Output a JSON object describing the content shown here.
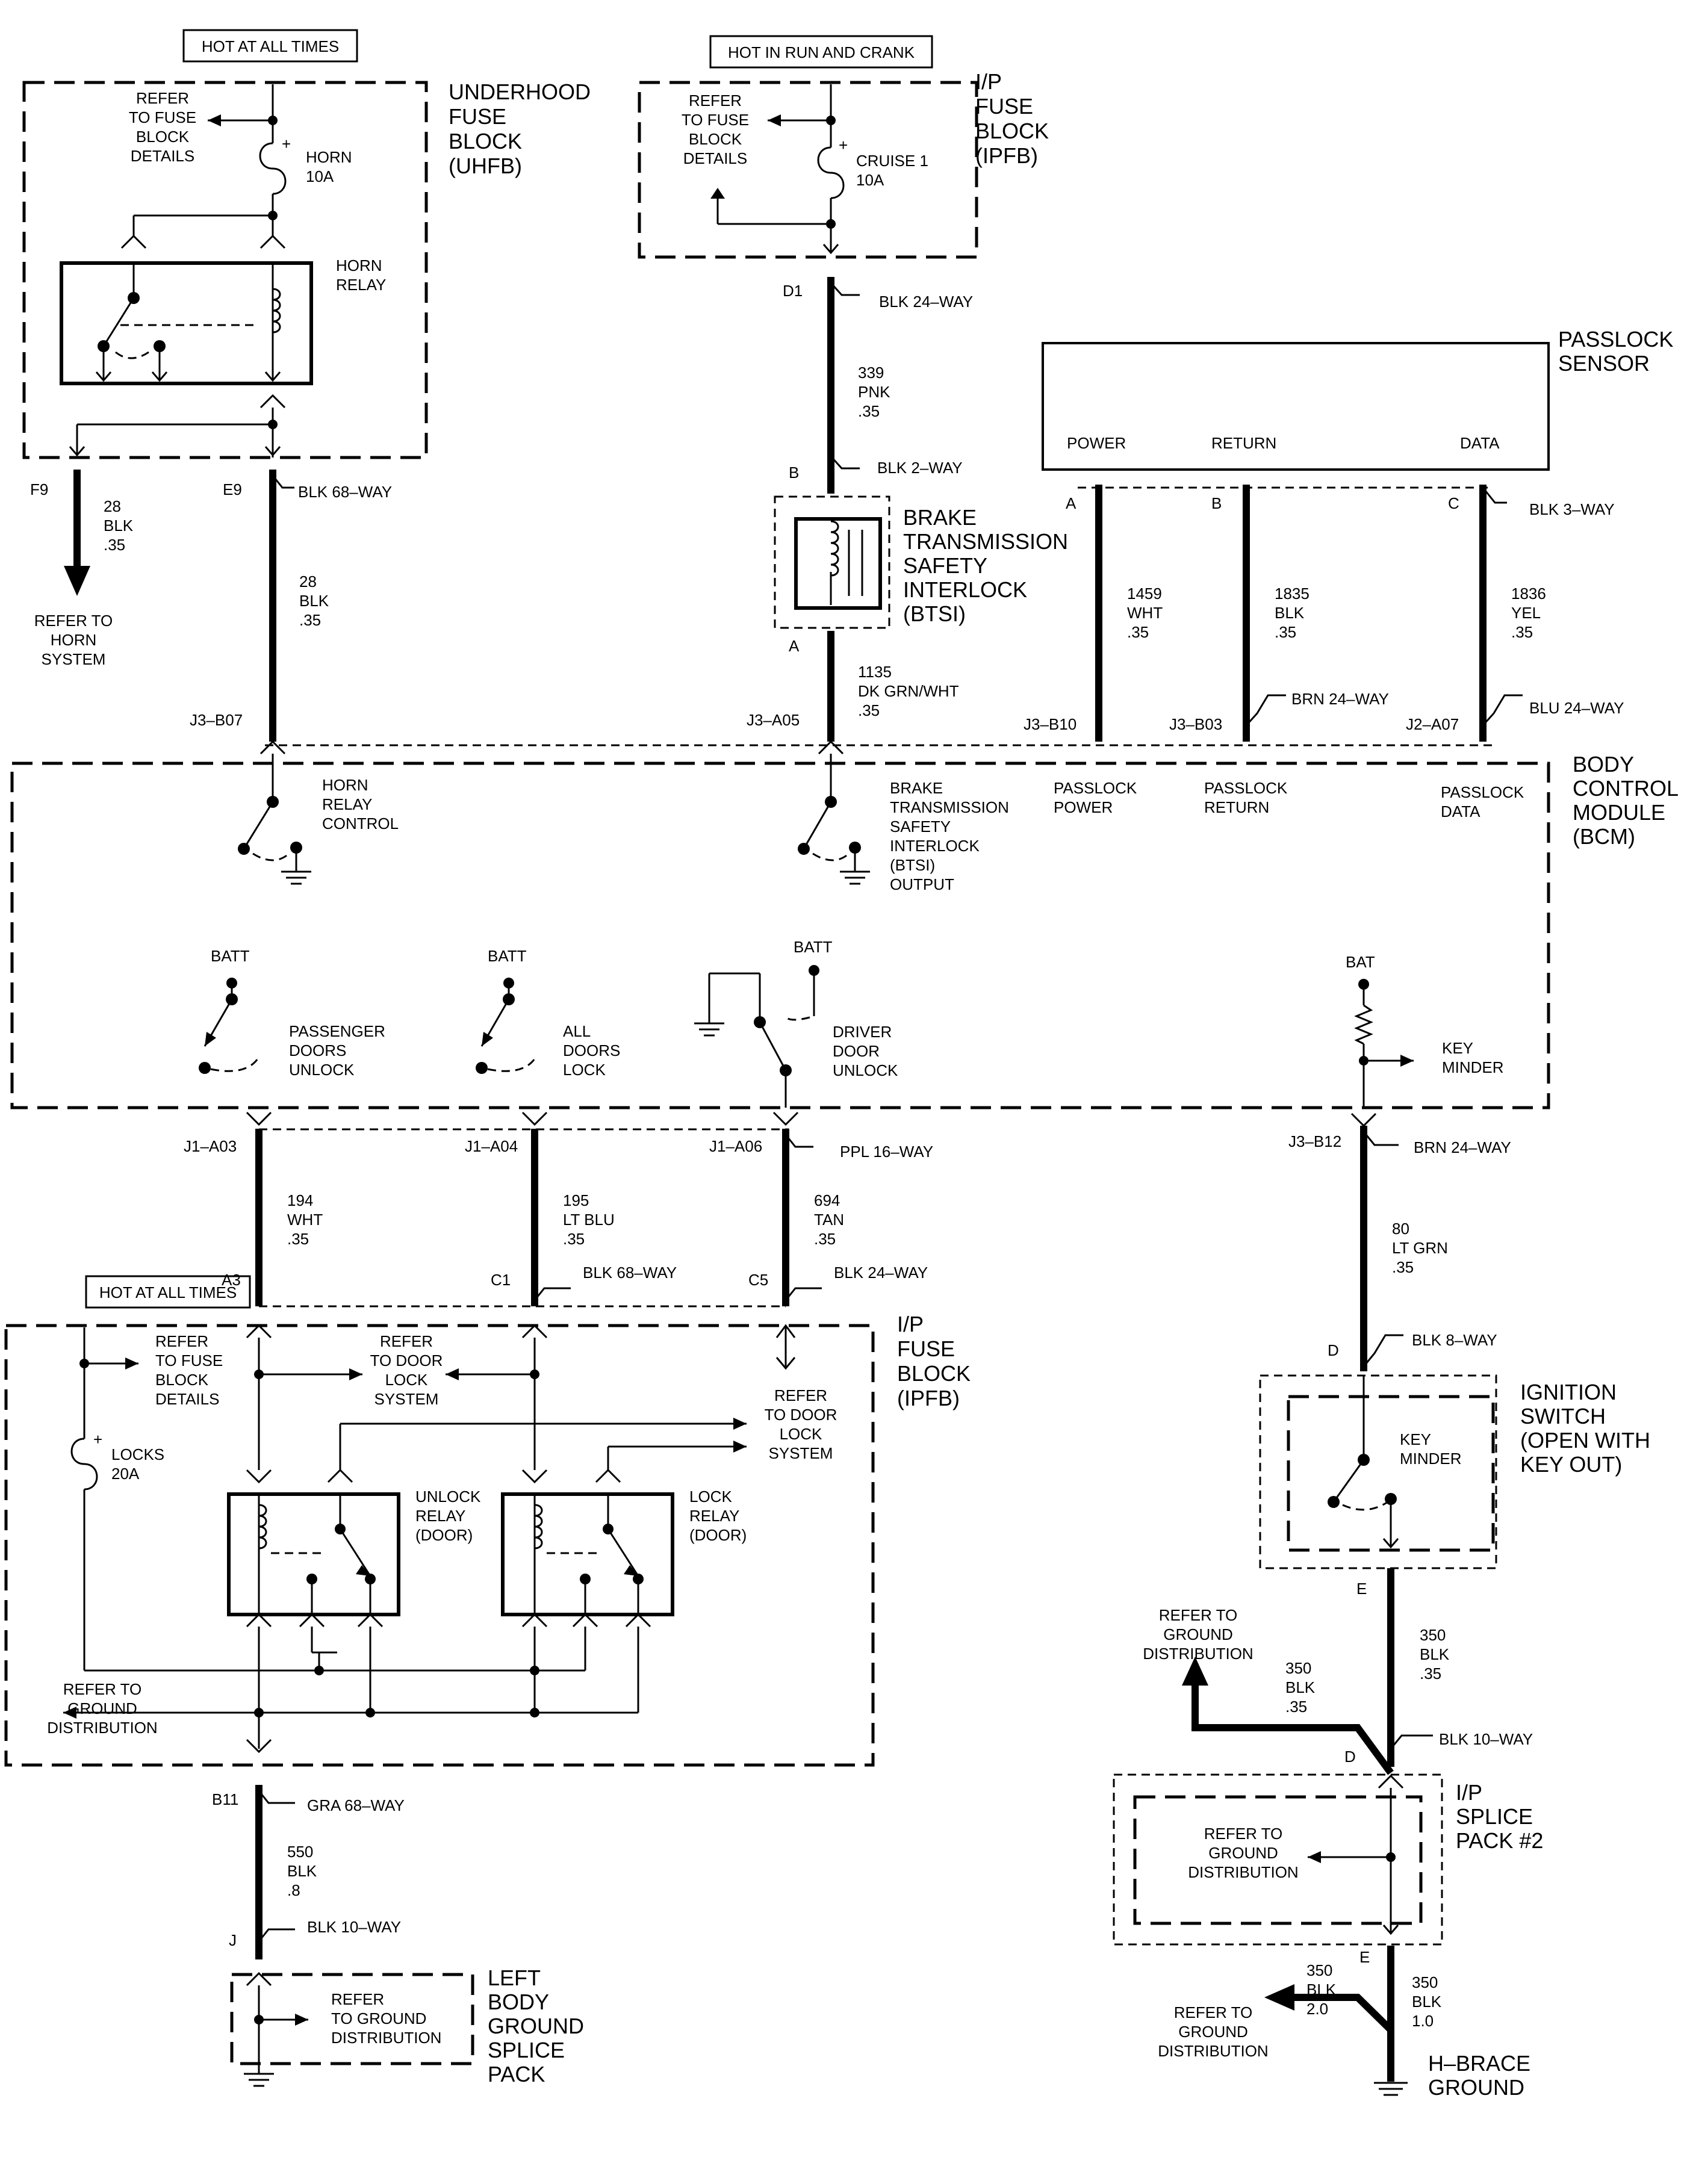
{
  "labels": {
    "hot1": "HOT AT ALL TIMES",
    "hot2": "HOT IN RUN AND CRANK",
    "hot3": "HOT AT ALL TIMES",
    "uhfb": [
      "UNDERHOOD",
      "FUSE",
      "BLOCK",
      "(UHFB)"
    ],
    "ipfb_top": [
      "I/P",
      "FUSE",
      "BLOCK",
      "(IPFB)"
    ],
    "ipfb_bot": [
      "I/P",
      "FUSE",
      "BLOCK",
      "(IPFB)"
    ],
    "refer_fuse": [
      "REFER",
      "TO FUSE",
      "BLOCK",
      "DETAILS"
    ],
    "horn_fuse": [
      "HORN",
      "10A"
    ],
    "cruise_fuse": [
      "CRUISE 1",
      "10A"
    ],
    "horn_relay": [
      "HORN",
      "RELAY"
    ],
    "blk24_top": "BLK 24–WAY",
    "w339": [
      "339",
      "PNK",
      ".35"
    ],
    "blk2": "BLK 2–WAY",
    "btsi": [
      "BRAKE",
      "TRANSMISSION",
      "SAFETY",
      "INTERLOCK",
      "(BTSI)"
    ],
    "w1135": [
      "1135",
      "DK GRN/WHT",
      ".35"
    ],
    "passlock": [
      "PASSLOCK",
      "SENSOR"
    ],
    "pl_power": "POWER",
    "pl_return": "RETURN",
    "pl_data": "DATA",
    "blk3": "BLK 3–WAY",
    "w1459": [
      "1459",
      "WHT",
      ".35"
    ],
    "w1835": [
      "1835",
      "BLK",
      ".35"
    ],
    "w1836": [
      "1836",
      "YEL",
      ".35"
    ],
    "brn24_top": "BRN 24–WAY",
    "blu24": "BLU 24–WAY",
    "w28a": [
      "28",
      "BLK",
      ".35"
    ],
    "w28b": [
      "28",
      "BLK",
      ".35"
    ],
    "blk68_top": "BLK 68–WAY",
    "refer_horn": [
      "REFER TO",
      "HORN",
      "SYSTEM"
    ],
    "bcm": [
      "BODY",
      "CONTROL",
      "MODULE",
      "(BCM)"
    ],
    "bcm_horn": [
      "HORN",
      "RELAY",
      "CONTROL"
    ],
    "bcm_btsi": [
      "BRAKE",
      "TRANSMISSION",
      "SAFETY",
      "INTERLOCK",
      "(BTSI)",
      "OUTPUT"
    ],
    "bcm_plpower": [
      "PASSLOCK",
      "POWER"
    ],
    "bcm_plreturn": [
      "PASSLOCK",
      "RETURN"
    ],
    "bcm_pldata": [
      "PASSLOCK",
      "DATA"
    ],
    "batt": "BATT",
    "bat": "BAT",
    "pass_unlock": [
      "PASSENGER",
      "DOORS",
      "UNLOCK"
    ],
    "all_lock": [
      "ALL",
      "DOORS",
      "LOCK"
    ],
    "drv_unlock": [
      "DRIVER",
      "DOOR",
      "UNLOCK"
    ],
    "key_minder_bcm": [
      "KEY",
      "MINDER"
    ],
    "ppl16": "PPL 16–WAY",
    "w194": [
      "194",
      "WHT",
      ".35"
    ],
    "w195": [
      "195",
      "LT BLU",
      ".35"
    ],
    "w694": [
      "694",
      "TAN",
      ".35"
    ],
    "blk68_mid": "BLK 68–WAY",
    "blk24_mid": "BLK 24–WAY",
    "brn24_mid": "BRN 24–WAY",
    "w80": [
      "80",
      "LT GRN",
      ".35"
    ],
    "blk8": "BLK 8–WAY",
    "ign": [
      "IGNITION",
      "SWITCH",
      "(OPEN WITH",
      "KEY OUT)"
    ],
    "key_minder_ign": [
      "KEY",
      "MINDER"
    ],
    "refer_door_lock1": [
      "REFER",
      "TO DOOR",
      "LOCK",
      "SYSTEM"
    ],
    "refer_door_lock2": [
      "REFER",
      "TO DOOR",
      "LOCK",
      "SYSTEM"
    ],
    "locks_fuse": [
      "LOCKS",
      "20A"
    ],
    "unlock_relay": [
      "UNLOCK",
      "RELAY",
      "(DOOR)"
    ],
    "lock_relay": [
      "LOCK",
      "RELAY",
      "(DOOR)"
    ],
    "refer_ground_a": [
      "REFER TO",
      "GROUND",
      "DISTRIBUTION"
    ],
    "refer_ground_b": [
      "REFER",
      "TO GROUND",
      "DISTRIBUTION"
    ],
    "refer_ground_c": [
      "REFER TO",
      "GROUND",
      "DISTRIBUTION"
    ],
    "refer_ground_d": [
      "REFER TO",
      "GROUND",
      "DISTRIBUTION"
    ],
    "refer_ground_e": [
      "REFER TO",
      "GROUND",
      "DISTRIBUTION"
    ],
    "w350a": [
      "350",
      "BLK",
      ".35"
    ],
    "w350b": [
      "350",
      "BLK",
      ".35"
    ],
    "blk10_r": "BLK 10–WAY",
    "splice2": [
      "I/P",
      "SPLICE",
      "PACK #2"
    ],
    "w350c": [
      "350",
      "BLK",
      "2.0"
    ],
    "w350d": [
      "350",
      "BLK",
      "1.0"
    ],
    "hbrace": [
      "H–BRACE",
      "GROUND"
    ],
    "gra68": "GRA 68–WAY",
    "w550": [
      "550",
      "BLK",
      ".8"
    ],
    "blk10_l": "BLK 10–WAY",
    "lbgsp": [
      "LEFT",
      "BODY",
      "GROUND",
      "SPLICE",
      "PACK"
    ]
  },
  "pins": {
    "f9": "F9",
    "e9": "E9",
    "d1": "D1",
    "b": "B",
    "a": "A",
    "pa": "A",
    "pb": "B",
    "pc": "C",
    "j3b07": "J3–B07",
    "j3a05": "J3–A05",
    "j3b10": "J3–B10",
    "j3b03": "J3–B03",
    "j2a07": "J2–A07",
    "j1a03": "J1–A03",
    "j1a04": "J1–A04",
    "j1a06": "J1–A06",
    "j3b12": "J3–B12",
    "a3": "A3",
    "c1": "C1",
    "c5": "C5",
    "d_ign": "D",
    "e_ign": "E",
    "d_splice": "D",
    "e_splice": "E",
    "b11": "B11",
    "j": "J"
  }
}
